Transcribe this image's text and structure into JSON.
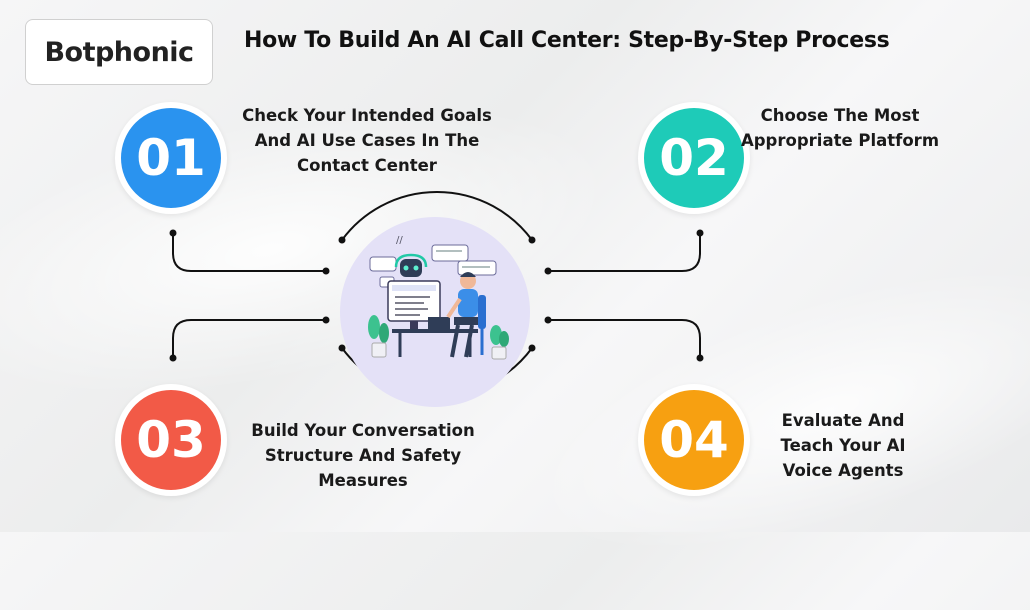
{
  "brand": {
    "logo_text": "Botphonic"
  },
  "title": "How To Build An AI Call Center: Step-By-Step Process",
  "steps": [
    {
      "number": "01",
      "text": "Check Your Intended Goals And AI Use Cases In The Contact Center",
      "color": "#2a93ef"
    },
    {
      "number": "02",
      "text": "Choose The Most Appropriate Platform",
      "color": "#1ecbb8"
    },
    {
      "number": "03",
      "text": "Build Your Conversation Structure And Safety Measures",
      "color": "#f25a47"
    },
    {
      "number": "04",
      "text": "Evaluate And Teach Your AI Voice Agents",
      "color": "#f7a011"
    }
  ],
  "illustration": {
    "icon": "ai-agent-at-computer-icon"
  }
}
